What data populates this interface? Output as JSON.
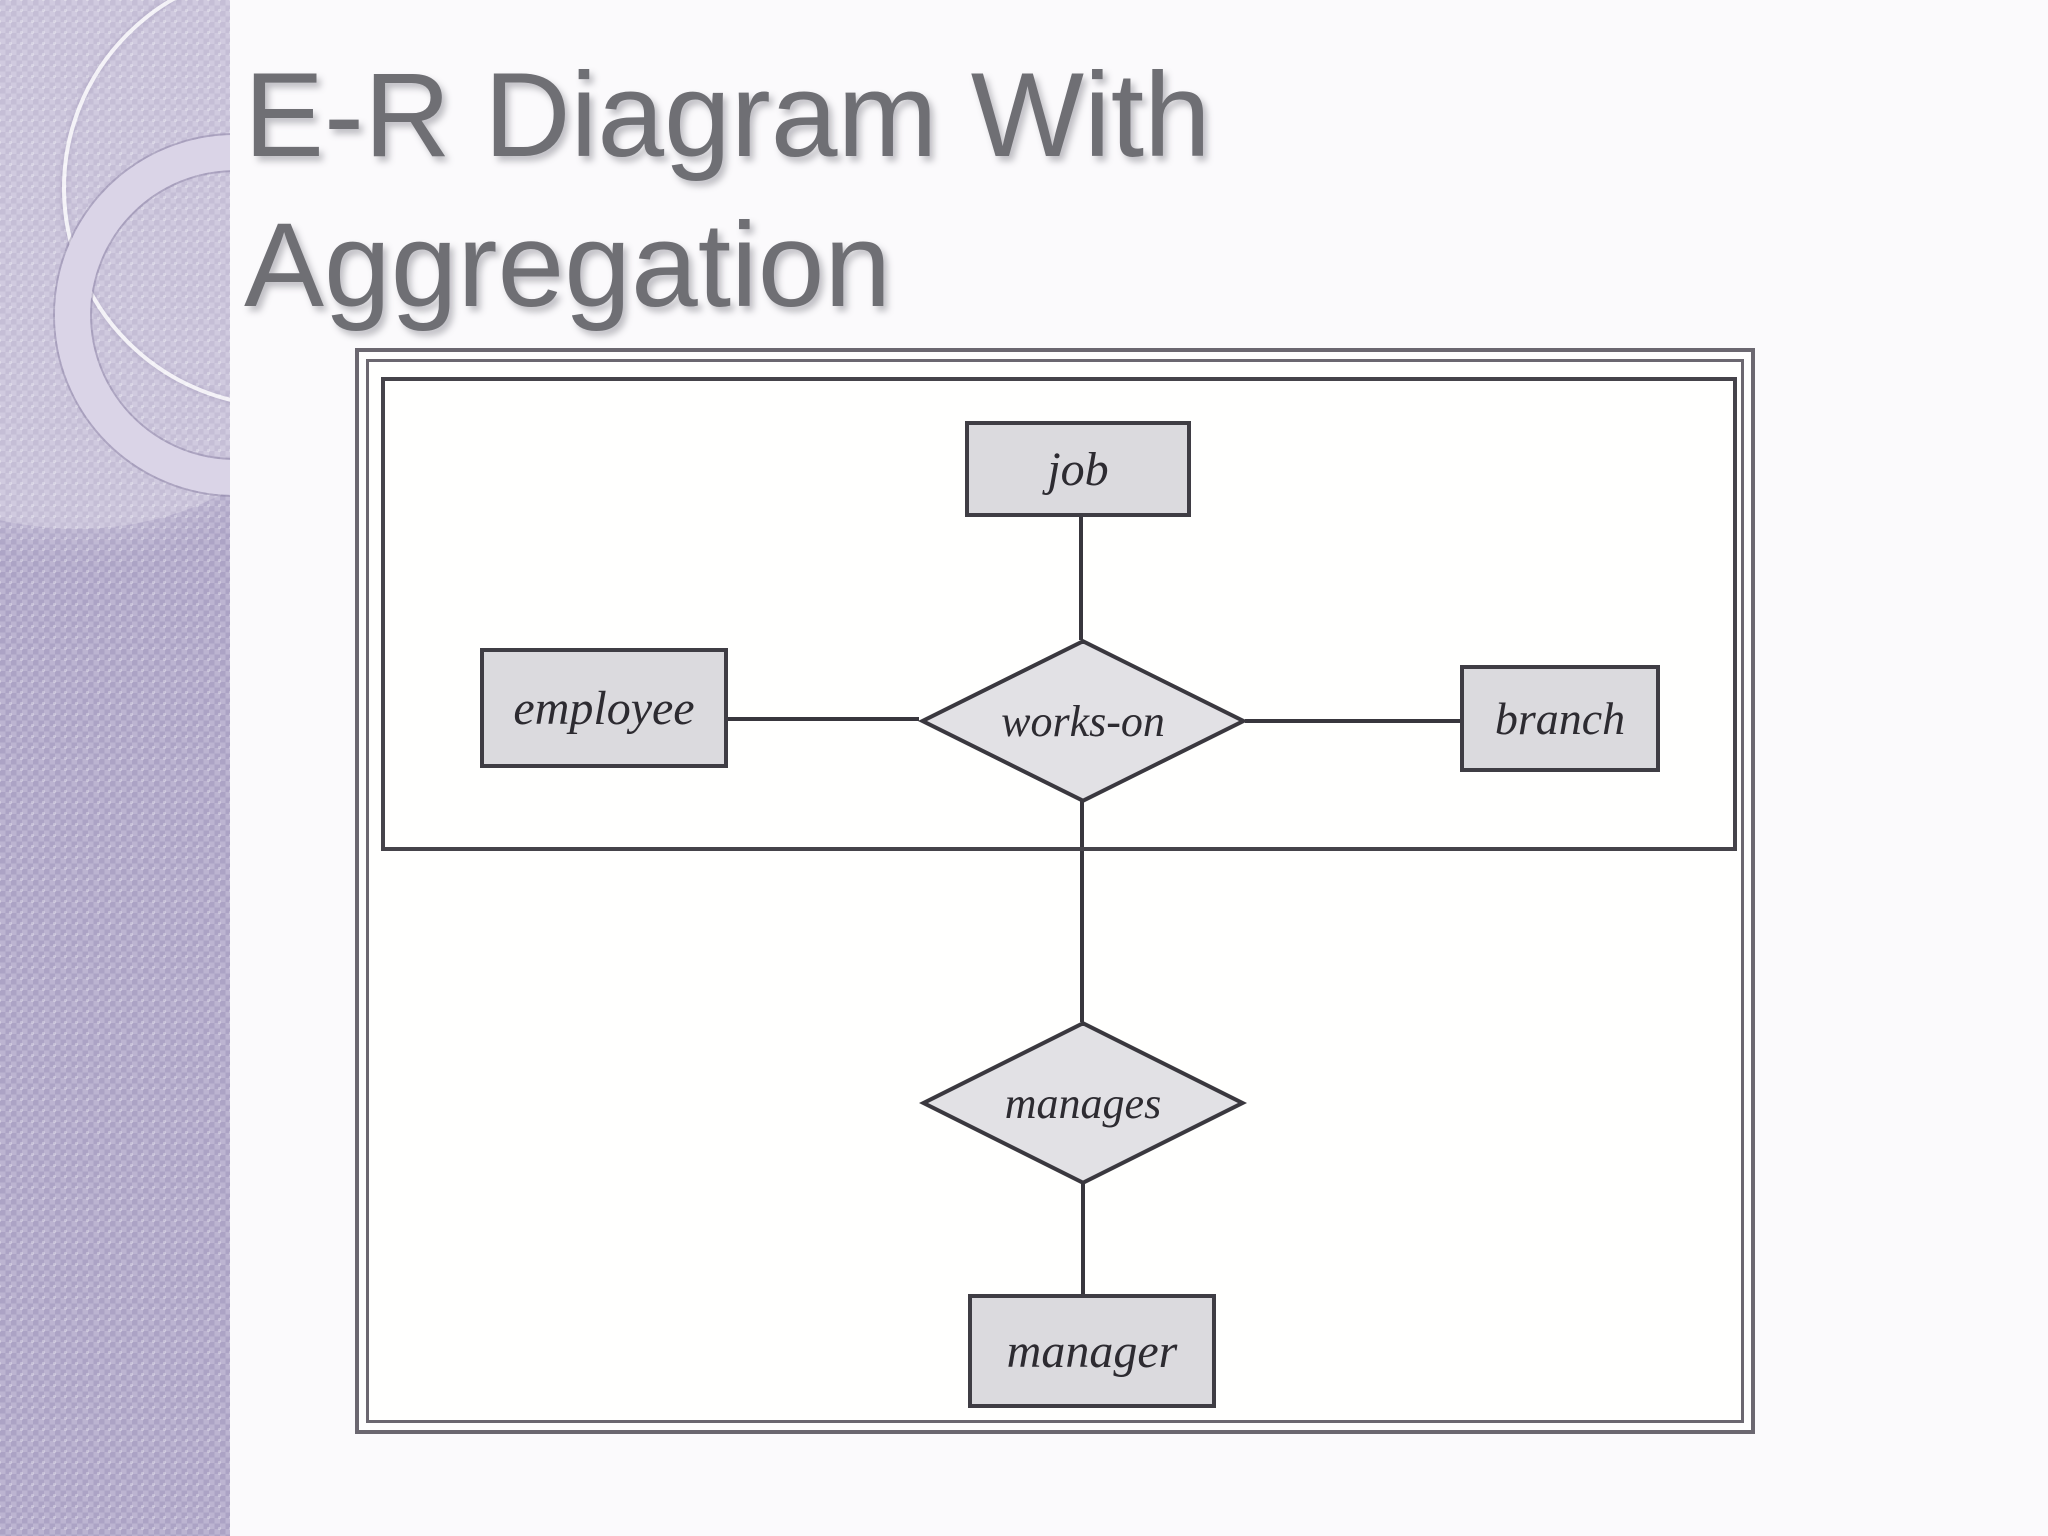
{
  "slide": {
    "title_line1": "E-R Diagram With",
    "title_line2": "Aggregation",
    "title_color": "#6f6f74",
    "background_color": "#fbfafc",
    "sidebar_color": "#b2aac9",
    "sidebar_ring_color": "#dad4e7"
  },
  "diagram": {
    "type": "er-diagram-with-aggregation",
    "frame_color": "#6b6770",
    "aggregation_border_color": "#45434a",
    "node_fill": "#dbdade",
    "node_border": "#3f3d44",
    "connector_color": "#38363d",
    "entities": [
      {
        "id": "job",
        "label": "job"
      },
      {
        "id": "employee",
        "label": "employee"
      },
      {
        "id": "branch",
        "label": "branch"
      },
      {
        "id": "manager",
        "label": "manager"
      }
    ],
    "relationships": [
      {
        "id": "works-on",
        "label": "works-on"
      },
      {
        "id": "manages",
        "label": "manages"
      }
    ],
    "connections": [
      {
        "from": "job",
        "to": "works-on"
      },
      {
        "from": "employee",
        "to": "works-on"
      },
      {
        "from": "works-on",
        "to": "branch"
      },
      {
        "from": "works-on",
        "to": "manages"
      },
      {
        "from": "manages",
        "to": "manager"
      }
    ],
    "aggregation_contains": [
      "job",
      "employee",
      "works-on",
      "branch"
    ]
  }
}
